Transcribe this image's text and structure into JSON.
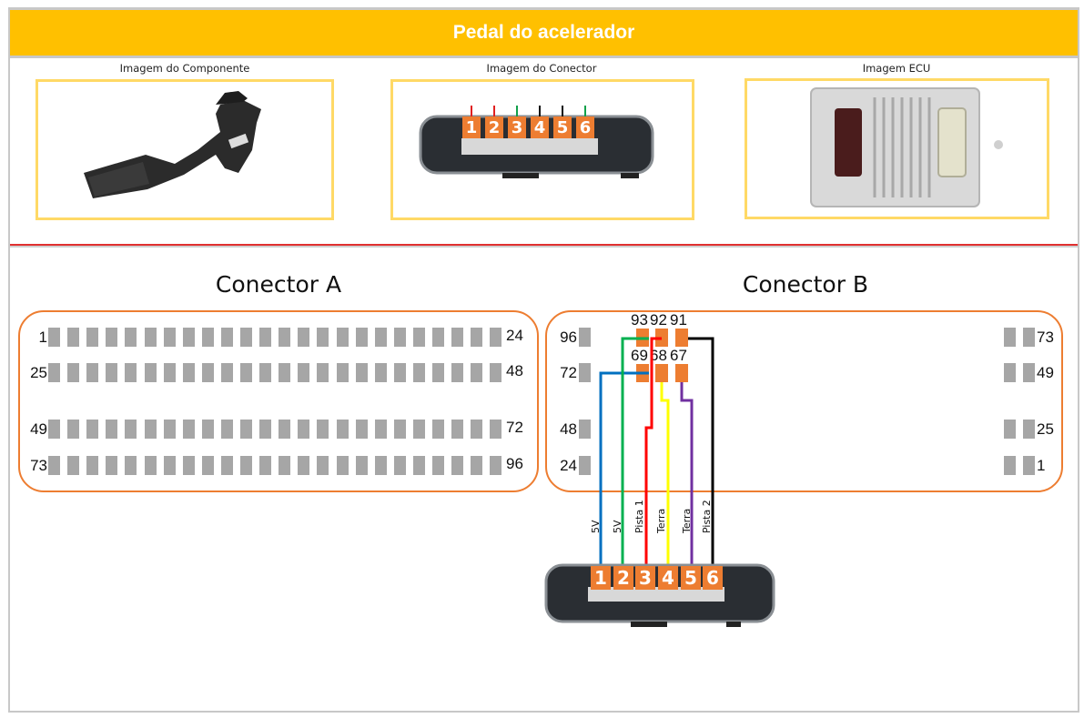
{
  "header": {
    "title": "Pedal do acelerador"
  },
  "images": [
    {
      "caption": "Imagem do Componente",
      "subject": "accelerator-pedal"
    },
    {
      "caption": "Imagem do Conector",
      "subject": "pedal-connector"
    },
    {
      "caption": "Imagem ECU",
      "subject": "ecu"
    }
  ],
  "small_connector_pins": [
    "1",
    "2",
    "3",
    "4",
    "5",
    "6"
  ],
  "small_connector_wire_colors": [
    "#e02020",
    "#e02020",
    "#12a04a",
    "#111111",
    "#111111",
    "#12a04a"
  ],
  "connector_a": {
    "title": "Conector A",
    "rows": [
      {
        "left": "1",
        "right": "24"
      },
      {
        "left": "25",
        "right": "48"
      },
      {
        "left": "49",
        "right": "72"
      },
      {
        "left": "73",
        "right": "96"
      }
    ],
    "pins_per_row": 24
  },
  "connector_b": {
    "title": "Conector B",
    "left_labels": [
      "96",
      "72",
      "48",
      "24"
    ],
    "right_labels": [
      "73",
      "49",
      "25",
      "1"
    ],
    "top_pins": [
      "93",
      "92",
      "91"
    ],
    "bottom_pins": [
      "69",
      "68",
      "67"
    ]
  },
  "wiring": [
    {
      "pedal_pin": "1",
      "ecu_pin": "69",
      "signal": "5V",
      "color": "#0070c0"
    },
    {
      "pedal_pin": "2",
      "ecu_pin": "93",
      "signal": "5V",
      "color": "#00b050"
    },
    {
      "pedal_pin": "3",
      "ecu_pin": "92",
      "signal": "Pista 1",
      "color": "#ff0000"
    },
    {
      "pedal_pin": "4",
      "ecu_pin": "68",
      "signal": "Terra",
      "color": "#ffff00"
    },
    {
      "pedal_pin": "5",
      "ecu_pin": "67",
      "signal": "Terra",
      "color": "#7030a0"
    },
    {
      "pedal_pin": "6",
      "ecu_pin": "91",
      "signal": "Pista 2",
      "color": "#000000"
    }
  ],
  "colors": {
    "banner": "#ffc000",
    "image_border": "#ffd966",
    "connector_outline": "#ed7d31",
    "pin_gray": "#a6a6a6"
  }
}
